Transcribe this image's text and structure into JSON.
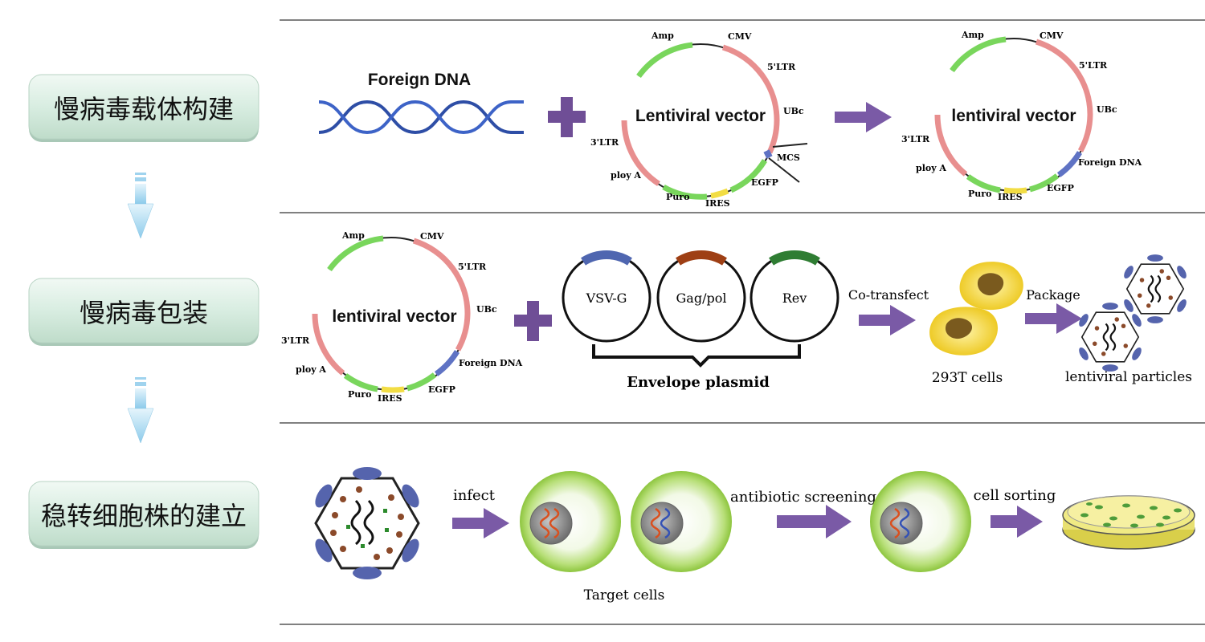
{
  "steps": [
    "慢病毒载体构建",
    "慢病毒包装",
    "稳转细胞株的建立"
  ],
  "row1": {
    "foreign_dna": "Foreign DNA",
    "vector_a": {
      "title": "Lentiviral vector",
      "labels": {
        "amp": "Amp",
        "cmv": "CMV",
        "ltr5": "5'LTR",
        "ubc": "UBc",
        "ltr3": "3'LTR",
        "polya": "ploy A",
        "mcs": "MCS",
        "egfp": "EGFP",
        "puro": "Puro",
        "ires": "IRES"
      }
    },
    "vector_b": {
      "title": "lentiviral vector",
      "labels": {
        "amp": "Amp",
        "cmv": "CMV",
        "ltr5": "5'LTR",
        "ubc": "UBc",
        "ltr3": "3'LTR",
        "polya": "ploy A",
        "foreign": "Foreign DNA",
        "egfp": "EGFP",
        "puro": "Puro",
        "ires": "IRES"
      }
    }
  },
  "row2": {
    "vector": {
      "title": "lentiviral vector",
      "labels": {
        "amp": "Amp",
        "cmv": "CMV",
        "ltr5": "5'LTR",
        "ubc": "UBc",
        "ltr3": "3'LTR",
        "polya": "ploy A",
        "foreign": "Foreign DNA",
        "egfp": "EGFP",
        "puro": "Puro",
        "ires": "IRES"
      }
    },
    "plasmids": [
      "VSV-G",
      "Gag/pol",
      "Rev"
    ],
    "envelope_label": "Envelope plasmid",
    "cotransfect": "Co-transfect",
    "cells_label": "293T cells",
    "package": "Package",
    "particles_label": "lentiviral particles"
  },
  "row3": {
    "infect": "infect",
    "target_cells": "Target cells",
    "antibiotic": "antibiotic screening",
    "sorting": "cell sorting"
  },
  "colors": {
    "red_segment": "#e88f8f",
    "green_segment": "#79d65c",
    "blue_segment": "#5f73c4",
    "arrow_purple": "#7a5aa6",
    "plus_purple": "#6f4e96",
    "step_box": "#d6ecdf",
    "flow_arrow": "#9fd3ee",
    "cell_green": "#9cd24d",
    "cell_yellow": "#f4dc55",
    "virus_blue": "#5564ad",
    "dna_blue": "#2e4ea6"
  }
}
